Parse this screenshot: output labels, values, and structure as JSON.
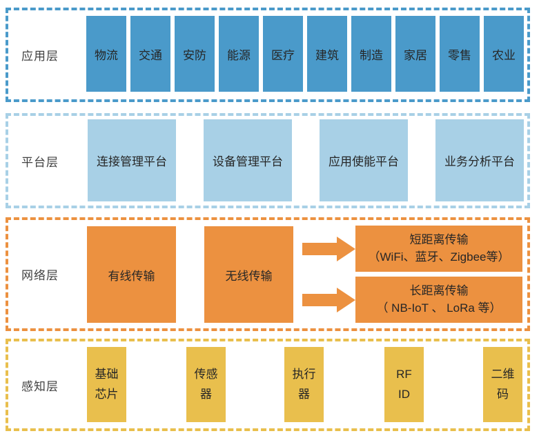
{
  "colors": {
    "application_blue": "#4A9ACA",
    "platform_light_blue": "#A8D0E6",
    "network_orange": "#EC9140",
    "perception_yellow": "#E9BF4D",
    "label_gray": "#404040",
    "box_text": "#262626",
    "background": "#FFFFFF"
  },
  "layers": {
    "application": {
      "label": "应用层",
      "boxes": [
        "物流",
        "交通",
        "安防",
        "能源",
        "医疗",
        "建筑",
        "制造",
        "家居",
        "零售",
        "农业"
      ]
    },
    "platform": {
      "label": "平台层",
      "boxes": [
        "连接管理平台",
        "设备管理平台",
        "应用使能平台",
        "业务分析平台"
      ]
    },
    "network": {
      "label": "网络层",
      "boxes": [
        "有线传输",
        "无线传输"
      ],
      "branches": [
        {
          "title": "短距离传输",
          "detail": "（WiFi、蓝牙、Zigbee等）"
        },
        {
          "title": "长距离传输",
          "detail": "（ NB-IoT 、 LoRa 等）"
        }
      ]
    },
    "perception": {
      "label": "感知层",
      "boxes": [
        {
          "line1": "基础",
          "line2": "芯片"
        },
        {
          "line1": "传感",
          "line2": "器"
        },
        {
          "line1": "执行",
          "line2": "器"
        },
        {
          "line1": "RF",
          "line2": "ID"
        },
        {
          "line1": "二维",
          "line2": "码"
        }
      ]
    }
  }
}
